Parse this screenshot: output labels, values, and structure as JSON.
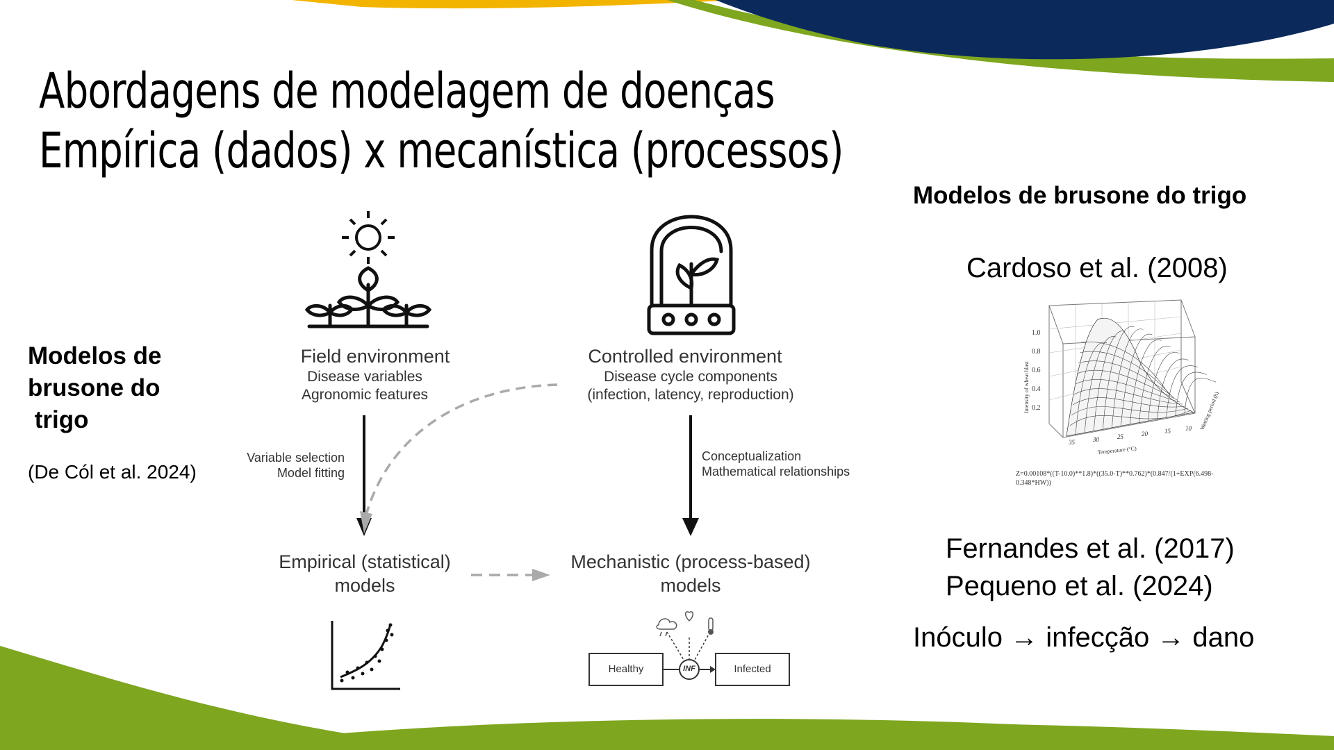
{
  "slide": {
    "title_line1": "Abordagens de modelagem de doenças",
    "title_line2": "Empírica (dados) x mecanística (processos)",
    "left_heading": "Modelos de\nbrusone do\n trigo",
    "left_citation": "(De Cól et al. 2024)",
    "right_heading": "Modelos de brusone do trigo",
    "citation_cardoso": "Cardoso et al. (2008)",
    "citation_fernandes": "Fernandes et al. (2017)",
    "citation_pequeno": "Pequeno et al. (2024)",
    "process_chain": "Inóculo →  infecção → dano"
  },
  "diagram": {
    "field": {
      "title": "Field environment",
      "line1": "Disease variables",
      "line2": "Agronomic features"
    },
    "controlled": {
      "title": "Controlled environment",
      "line1": "Disease cycle components",
      "line2": "(infection, latency, reproduction)"
    },
    "left_arrow_label_1": "Variable selection",
    "left_arrow_label_2": "Model fitting",
    "right_arrow_label_1": "Conceptualization",
    "right_arrow_label_2": "Mathematical relationships",
    "empirical_1": "Empirical (statistical)",
    "empirical_2": "models",
    "mechanistic_1": "Mechanistic (process-based)",
    "mechanistic_2": "models",
    "box_healthy": "Healthy",
    "box_inf": "INF",
    "box_infected": "Infected"
  },
  "surface_plot": {
    "z_ticks": [
      "1.0",
      "0.8",
      "0.6",
      "0.4",
      "0.2"
    ],
    "x_ticks": [
      "35",
      "30",
      "25",
      "20",
      "15",
      "10"
    ],
    "z_label": "Intensity of wheat blast",
    "x_label": "Temperature (°C)",
    "y_label": "Wetting period (h)",
    "formula": "Z=0.00108*((T-10.0)**1.8)*((35.0-T)**0.762)*(0.847/(1+EXP(6.498-0.348*HW))"
  },
  "colors": {
    "navy": "#0b2a5b",
    "green": "#7ea61f",
    "yellow": "#f3b400"
  }
}
